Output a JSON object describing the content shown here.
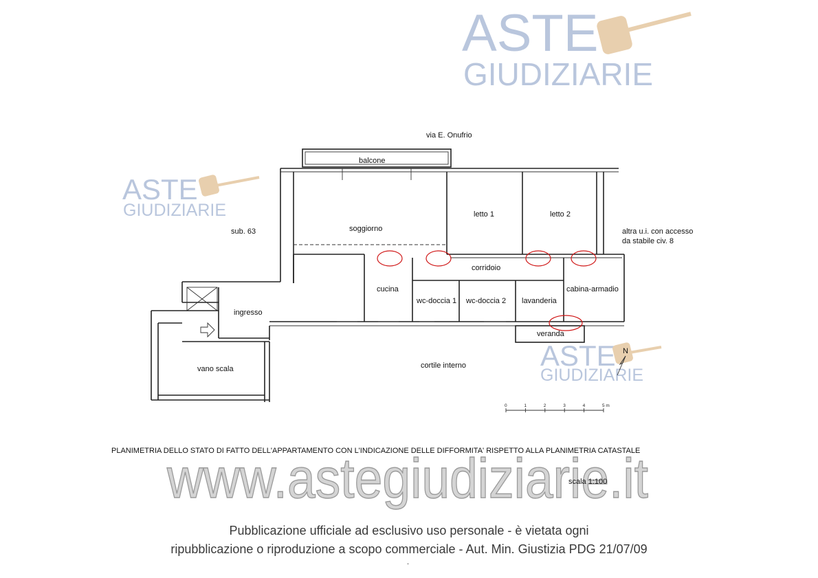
{
  "watermark": {
    "line1": "ASTE",
    "line2": "GIUDIZIARIE",
    "url": "www.astegiudiziarie.it"
  },
  "plan": {
    "street": "via E. Onufrio",
    "rooms": {
      "balcone": "balcone",
      "soggiorno": "soggiorno",
      "letto1": "letto 1",
      "letto2": "letto 2",
      "corridoio": "corridoio",
      "cucina": "cucina",
      "wc1": "wc-doccia 1",
      "wc2": "wc-doccia 2",
      "lavanderia": "lavanderia",
      "cabina": "cabina-armadio",
      "veranda": "veranda",
      "ingresso": "ingresso",
      "vano_scala": "vano scala",
      "cortile": "cortile interno"
    },
    "sub": "sub. 63",
    "altra_line1": "altra u.i. con accesso",
    "altra_line2": "da stabile civ. 8",
    "north": "N",
    "scale_bar": {
      "ticks": [
        "0",
        "1",
        "2",
        "3",
        "4",
        "5 m"
      ]
    }
  },
  "caption": "PLANIMETRIA DELLO STATO DI FATTO DELL'APPARTAMENTO CON L'INDICAZIONE DELLE DIFFORMITA' RISPETTO ALLA PLANIMETRIA CATASTALE",
  "scale_text": "scala 1:100",
  "footer": {
    "line1": "Pubblicazione ufficiale ad esclusivo uso personale - è vietata ogni",
    "line2": "ripubblicazione o riproduzione a scopo commerciale - Aut. Min. Giustizia PDG 21/07/09",
    "mark": "-"
  }
}
